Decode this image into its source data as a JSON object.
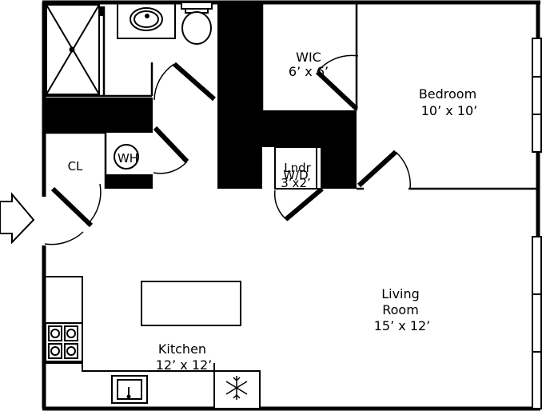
{
  "rooms": {
    "wic": {
      "name": "WIC",
      "size": "6’ x 6’"
    },
    "bedroom": {
      "name": "Bedroom",
      "size": "10’ x 10’"
    },
    "closet": {
      "name": "CL"
    },
    "water_heater": {
      "name": "WH"
    },
    "laundry": {
      "name": "Lndr",
      "appliance": "W/D",
      "size": "3’x2’"
    },
    "living_room": {
      "name_line1": "Living",
      "name_line2": "Room",
      "size": "15’ x 12’"
    },
    "kitchen": {
      "name": "Kitchen",
      "size": "12’ x 12’"
    }
  },
  "icons": {
    "entry": "entry-arrow-icon",
    "refrigerator": "snowflake-icon",
    "stove": "stove-burners-icon"
  },
  "colors": {
    "wall": "#000000",
    "background": "#ffffff"
  }
}
